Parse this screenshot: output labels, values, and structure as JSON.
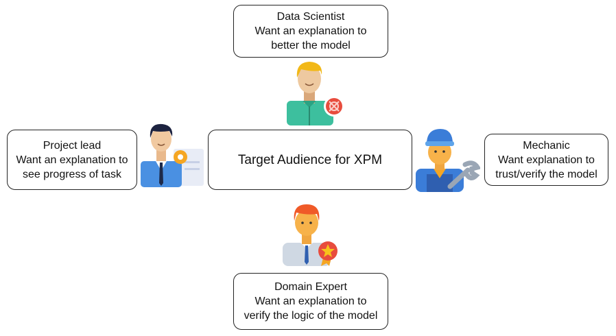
{
  "center": {
    "title": "Target Audience for XPM"
  },
  "audiences": [
    {
      "role": "Data Scientist",
      "line1": "Want an explanation to",
      "line2": "better the model",
      "icon": "data-scientist-icon"
    },
    {
      "role": "Project lead",
      "line1": "Want an explanation to",
      "line2": "see progress of task",
      "icon": "project-lead-icon"
    },
    {
      "role": "Mechanic",
      "line1": "Want explanation to",
      "line2": "trust/verify the model",
      "icon": "mechanic-icon"
    },
    {
      "role": "Domain Expert",
      "line1": "Want an explanation to",
      "line2": "verify the logic of the model",
      "icon": "domain-expert-icon"
    }
  ],
  "colors": {
    "border": "#222222",
    "teal": "#3dbf9e",
    "blue": "#3b7dd8",
    "orange": "#f5a623",
    "red": "#e84c3d"
  }
}
